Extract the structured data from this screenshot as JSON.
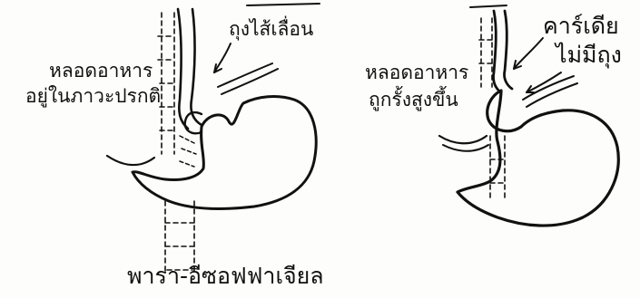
{
  "diagram": {
    "left_panel": {
      "hernia_label": "ถุงไส้เลื่อน",
      "esophagus_label_line1": "หลอดอาหาร",
      "esophagus_label_line2": "อยู่ในภาวะปรกติ"
    },
    "right_panel": {
      "cardia_label_line1": "คาร์เดีย",
      "cardia_label_line2": "ไม่มีถุง",
      "esophagus_label_line1": "หลอดอาหาร",
      "esophagus_label_line2": "ถูกรั้งสูงขึ้น"
    },
    "caption": "พารา-อีซอฟฟาเจียล"
  }
}
